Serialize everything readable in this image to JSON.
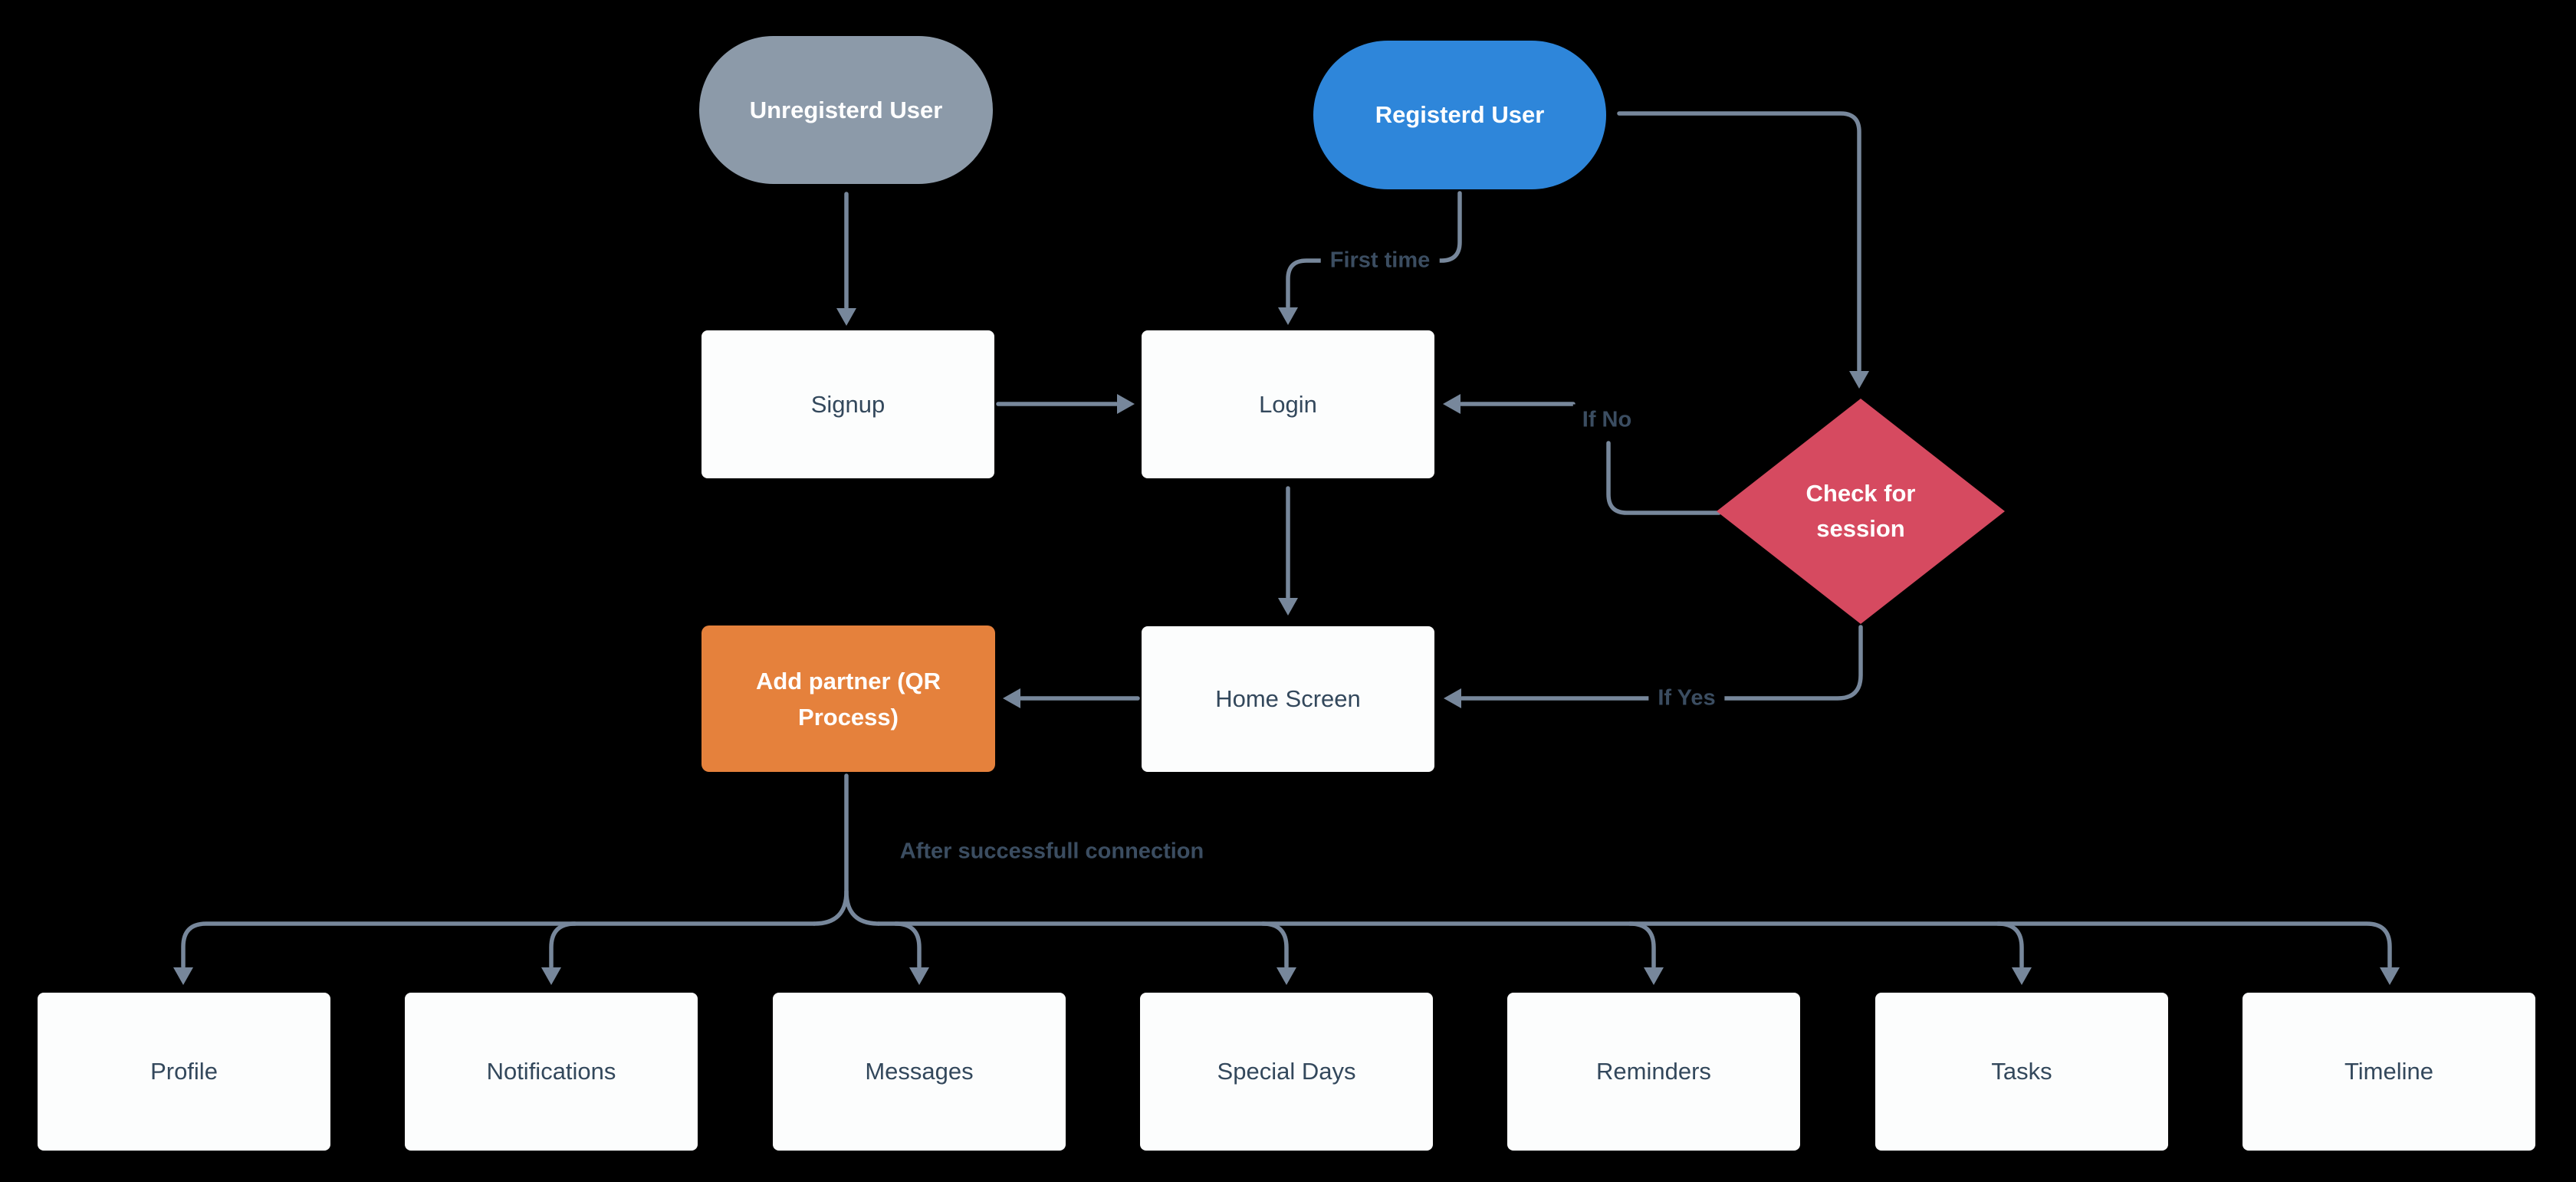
{
  "diagram": {
    "background": "#000000",
    "arrow_color": "#77879B",
    "node_text_color": "#33485c",
    "edge_label_color": "#3b4d61",
    "colors": {
      "gray_pill": "#8c9aa9",
      "blue_pill": "#2e86da",
      "red_diamond": "#d64a60",
      "orange_box": "#e5813c",
      "white_box": "#fcfdfd"
    }
  },
  "nodes": {
    "unregistered_user": {
      "label": "Unregisterd User",
      "shape": "pill"
    },
    "registered_user": {
      "label": "Registerd User",
      "shape": "pill"
    },
    "signup": {
      "label": "Signup",
      "shape": "rect"
    },
    "login": {
      "label": "Login",
      "shape": "rect"
    },
    "check_for_session": {
      "label": "Check for session",
      "shape": "diamond"
    },
    "add_partner": {
      "label": "Add partner (QR Process)",
      "shape": "rect"
    },
    "home_screen": {
      "label": "Home Screen",
      "shape": "rect"
    },
    "profile": {
      "label": "Profile",
      "shape": "rect"
    },
    "notifications": {
      "label": "Notifications",
      "shape": "rect"
    },
    "messages": {
      "label": "Messages",
      "shape": "rect"
    },
    "special_days": {
      "label": "Special Days",
      "shape": "rect"
    },
    "reminders": {
      "label": "Reminders",
      "shape": "rect"
    },
    "tasks": {
      "label": "Tasks",
      "shape": "rect"
    },
    "timeline": {
      "label": "Timeline",
      "shape": "rect"
    }
  },
  "edge_labels": {
    "first_time": "First time",
    "if_no": "If No",
    "if_yes": "If Yes",
    "after_connection": "After successfull connection"
  }
}
